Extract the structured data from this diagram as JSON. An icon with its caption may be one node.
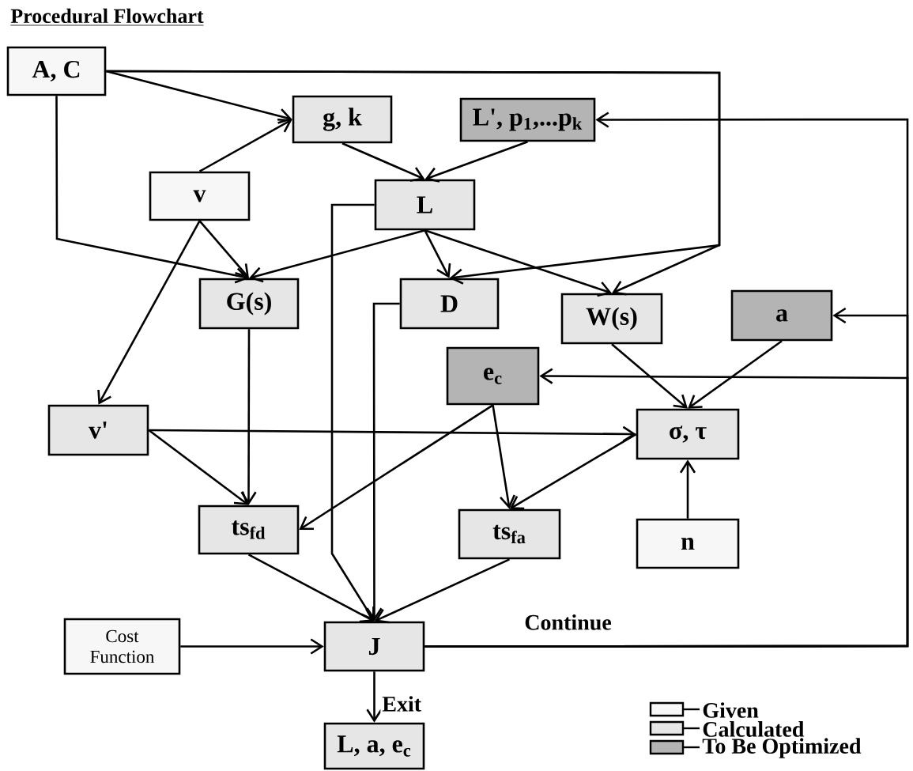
{
  "diagram": {
    "title": "Procedural Flowchart",
    "nodes": [
      {
        "text": [
          "A, C"
        ]
      },
      {
        "text": [
          "g, k"
        ]
      },
      {
        "text": [
          "L', p$_{1}$,...p$_{k}$"
        ]
      },
      {
        "text": [
          "v"
        ]
      },
      {
        "text": [
          "L"
        ]
      },
      {
        "text": [
          "G(s)"
        ]
      },
      {
        "text": [
          "D"
        ]
      },
      {
        "text": [
          "W(s)"
        ]
      },
      {
        "text": [
          "a"
        ]
      },
      {
        "text": [
          "e$_{c}$"
        ]
      },
      {
        "text": [
          "v'"
        ]
      },
      {
        "text": [
          "σ, τ"
        ]
      },
      {
        "text": [
          "ts$_{fd}$"
        ]
      },
      {
        "text": [
          "ts$_{fa}$"
        ]
      },
      {
        "text": [
          "n"
        ]
      },
      {
        "text": [
          "Cost Function"
        ]
      },
      {
        "text": [
          "J"
        ]
      },
      {
        "text": [
          "L, a, e$_{c}$"
        ]
      }
    ],
    "edges": [
      {
        "from": 0,
        "to": 1,
        "arrow": "to"
      },
      {
        "from": 0,
        "to": 5,
        "arrow": "to"
      },
      {
        "from": 0,
        "to": 6,
        "arrow": "to"
      },
      {
        "from": 0,
        "to": 7,
        "arrow": "to"
      },
      {
        "from": 3,
        "to": 1,
        "arrow": "to"
      },
      {
        "from": 1,
        "to": 4,
        "arrow": "to"
      },
      {
        "from": 2,
        "to": 4,
        "arrow": "to"
      },
      {
        "from": 3,
        "to": 5,
        "arrow": "to"
      },
      {
        "from": 3,
        "to": 10,
        "arrow": "to"
      },
      {
        "from": 4,
        "to": 5,
        "arrow": "to"
      },
      {
        "from": 4,
        "to": 6,
        "arrow": "to"
      },
      {
        "from": 4,
        "to": 7,
        "arrow": "to"
      },
      {
        "from": 4,
        "to": 16,
        "arrow": "to"
      },
      {
        "from": 6,
        "to": 16,
        "arrow": "to"
      },
      {
        "from": 5,
        "to": 12,
        "arrow": "to"
      },
      {
        "from": 10,
        "to": 11,
        "arrow": "to"
      },
      {
        "from": 10,
        "to": 12,
        "arrow": "to"
      },
      {
        "from": 9,
        "to": 12,
        "arrow": "to"
      },
      {
        "from": 9,
        "to": 13,
        "arrow": "to"
      },
      {
        "from": 11,
        "to": 13,
        "arrow": "to"
      },
      {
        "from": 14,
        "to": 11,
        "arrow": "to"
      },
      {
        "from": 7,
        "to": 11,
        "arrow": "to"
      },
      {
        "from": 8,
        "to": 11,
        "arrow": "to"
      },
      {
        "from": 12,
        "to": 16,
        "arrow": "to"
      },
      {
        "from": 13,
        "to": 16,
        "arrow": "to"
      },
      {
        "from": 15,
        "to": 16,
        "arrow": "to"
      },
      {
        "from": 16,
        "to": 2,
        "arrow": "to",
        "label": "Continue"
      },
      {
        "from": 16,
        "to": 8,
        "arrow": "to"
      },
      {
        "from": 16,
        "to": 9,
        "arrow": "to"
      },
      {
        "from": 16,
        "to": 17,
        "arrow": "to",
        "label": "Exit"
      }
    ],
    "legend": [
      {
        "text": "Given",
        "color": "#f7f7f7"
      },
      {
        "text": "Calculated",
        "color": "#e6e6e6"
      },
      {
        "text": "To Be Optimized",
        "color": "#b4b4b4"
      }
    ]
  }
}
